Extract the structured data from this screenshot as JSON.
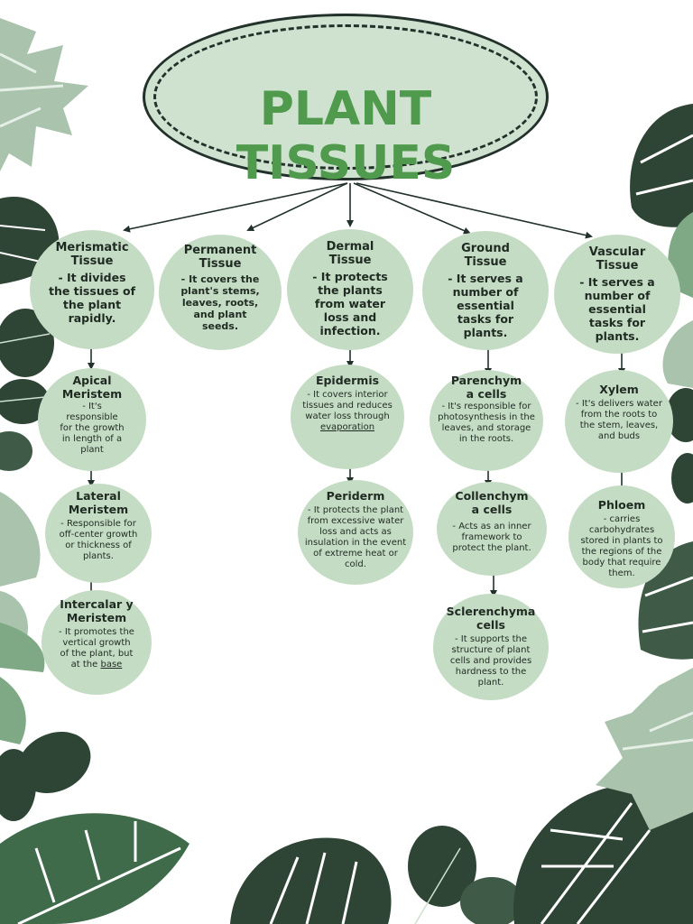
{
  "title": "PLANT TISSUES",
  "colors": {
    "title_green": "#4f9a4d",
    "oval_fill": "#cfe1cf",
    "node_fill": "#c5dcc4",
    "leaf_dark": "#2e4435",
    "leaf_light": "#a9c3ad"
  },
  "categories": [
    {
      "name": "Merismatic Tissue",
      "description": "- It divides the tissues of the plant rapidly."
    },
    {
      "name": "Permanent Tissue",
      "description": "- It covers the plant's stems, leaves, roots, and plant seeds."
    },
    {
      "name": "Dermal Tissue",
      "description": "- It protects the plants from water loss and infection."
    },
    {
      "name": "Ground Tissue",
      "description": "- It serves a number of essential tasks for plants."
    },
    {
      "name": "Vascular Tissue",
      "description": "- It serves a number of essential tasks for plants."
    }
  ],
  "merismatic": [
    {
      "name": "Apical Meristem",
      "description": "- It's responsible for the growth in length of a plant"
    },
    {
      "name": "Lateral Meristem",
      "description": "- Responsible for off-center growth or thickness of plants."
    },
    {
      "name": "Intercalar y Meristem",
      "description_main": "- It promotes the vertical growth of the plant, but at the",
      "description_underlined": "base"
    }
  ],
  "dermal": [
    {
      "name": "Epidermis",
      "description_main": "- It covers interior tissues and reduces water loss through",
      "description_underlined": "evaporation"
    },
    {
      "name": "Periderm",
      "description": "- It protects the plant from excessive water loss and acts as insulation in the event of extreme heat or cold."
    }
  ],
  "ground": [
    {
      "name": "Parenchym a cells",
      "description": "- It's responsible for photosynthesis in the leaves, and storage in the roots."
    },
    {
      "name": "Collenchym a cells",
      "description": "- Acts as an inner framework to protect the plant."
    },
    {
      "name": "Sclerenchyma cells",
      "description": "- It supports the structure of plant cells and provides hardness to the plant."
    }
  ],
  "vascular": [
    {
      "name": "Xylem",
      "description": "- It's delivers water from the roots to the stem, leaves, and buds"
    },
    {
      "name": "Phloem",
      "description": "- carries carbohydrates stored in plants to the regions of the body that require them."
    }
  ]
}
